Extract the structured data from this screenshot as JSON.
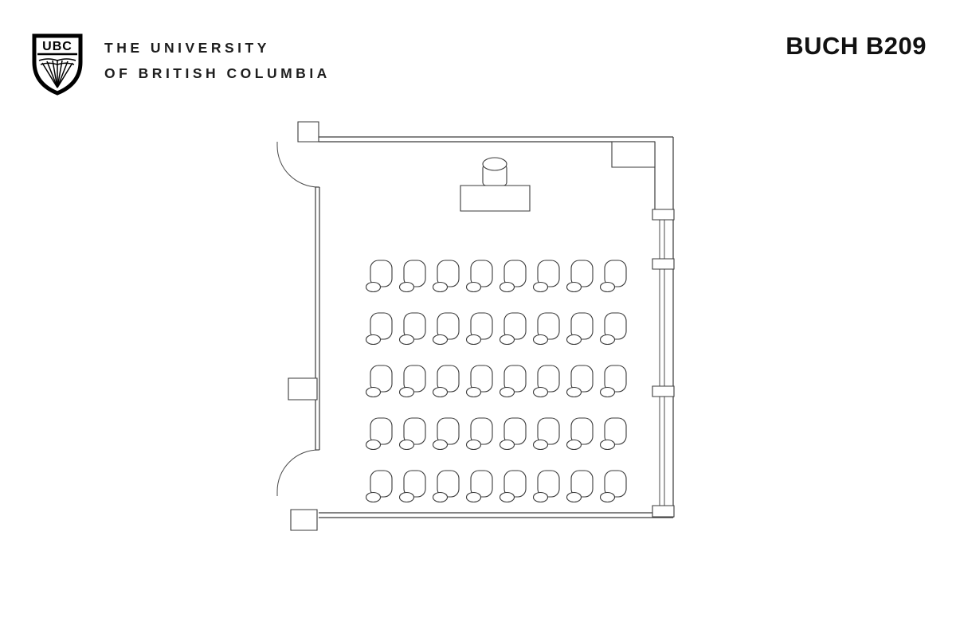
{
  "header": {
    "logo_text": "UBC",
    "university_line1": "THE UNIVERSITY",
    "university_line2": "OF BRITISH COLUMBIA",
    "room_name": "BUCH B209"
  },
  "floorplan": {
    "room_label": "BUCH B209",
    "seating": {
      "rows": 5,
      "cols": 8,
      "total_seats": 40
    },
    "features": {
      "doors": [
        "top-left",
        "bottom-left"
      ],
      "lectern": "front-center",
      "windows": "right-wall"
    }
  }
}
